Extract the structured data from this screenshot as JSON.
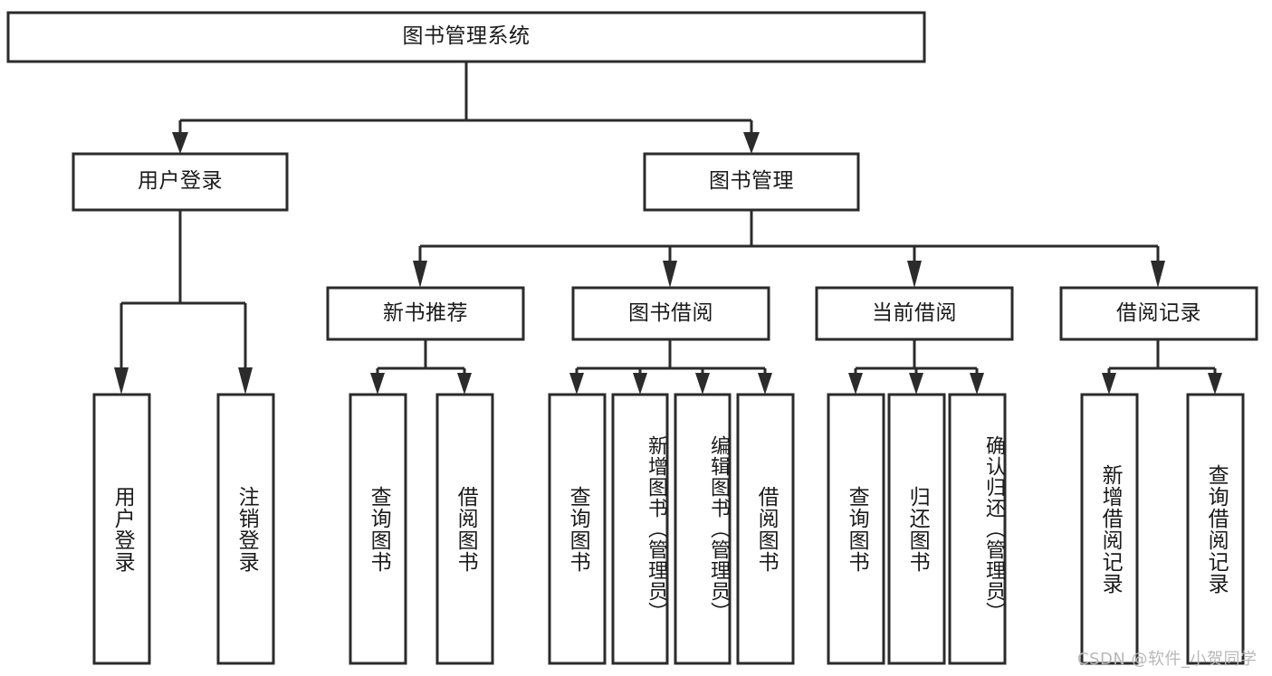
{
  "diagram": {
    "type": "tree-hierarchy",
    "title": "图书管理系统",
    "orientation": "top-down",
    "colors": {
      "box_stroke": "#2b2b2b",
      "box_fill": "#ffffff",
      "connector": "#2b2b2b",
      "text": "#1a1a1a",
      "background": "#ffffff",
      "watermark": "#b8b8b8"
    },
    "root": {
      "label": "图书管理系统"
    },
    "level2": [
      {
        "label": "用户登录"
      },
      {
        "label": "图书管理"
      }
    ],
    "level3": [
      {
        "label": "新书推荐"
      },
      {
        "label": "图书借阅"
      },
      {
        "label": "当前借阅"
      },
      {
        "label": "借阅记录"
      }
    ],
    "leaves": {
      "user_login": [
        {
          "label": "用户登录"
        },
        {
          "label": "注销登录"
        }
      ],
      "new_book_recommend": [
        {
          "label": "查询图书"
        },
        {
          "label": "借阅图书"
        }
      ],
      "book_borrow": [
        {
          "label": "查询图书"
        },
        {
          "label": "新增图书（管理员）"
        },
        {
          "label": "编辑图书（管理员）"
        },
        {
          "label": "借阅图书"
        }
      ],
      "current_borrow": [
        {
          "label": "查询图书"
        },
        {
          "label": "归还图书"
        },
        {
          "label": "确认归还（管理员）"
        }
      ],
      "borrow_record": [
        {
          "label": "新增借阅记录"
        },
        {
          "label": "查询借阅记录"
        }
      ]
    }
  },
  "watermark": {
    "text": "CSDN @软件_小贺同学"
  }
}
